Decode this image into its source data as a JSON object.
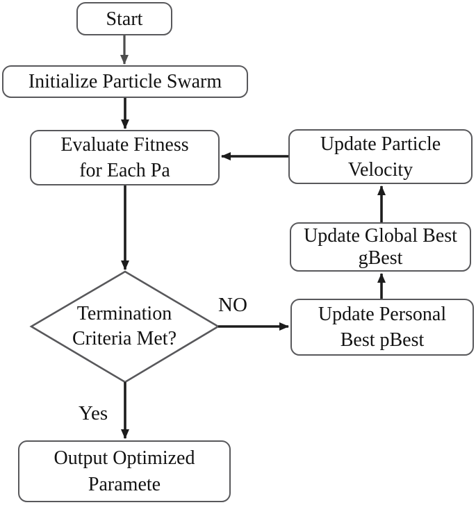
{
  "diagram": {
    "type": "flowchart",
    "nodes": {
      "start": {
        "label": "Start"
      },
      "init": {
        "label": "Initialize Particle Swarm"
      },
      "evaluate": {
        "line1": "Evaluate Fitness",
        "line2": "for Each Pa"
      },
      "velocity": {
        "line1": "Update Particle",
        "line2": "Velocity"
      },
      "gbest": {
        "line1": "Update Global Best",
        "line2": "gBest"
      },
      "decision": {
        "line1": "Termination",
        "line2": "Criteria Met?"
      },
      "pbest": {
        "line1": "Update Personal",
        "line2": "Best pBest"
      },
      "output": {
        "line1": "Output Optimized",
        "line2": "Paramete"
      }
    },
    "edge_labels": {
      "no": "NO",
      "yes": "Yes"
    },
    "edges": [
      "start -> init",
      "init -> evaluate",
      "evaluate -> decision",
      "decision -> pbest (NO)",
      "pbest -> gbest",
      "gbest -> velocity",
      "velocity -> evaluate",
      "decision -> output (Yes)"
    ]
  },
  "colors": {
    "background": "#ffffff",
    "box_fill": "#ffffff",
    "box_border": "#58585b",
    "arrow": "#1c1c1c",
    "arrow_muted": "#4d4d4d",
    "text": "#121212"
  }
}
